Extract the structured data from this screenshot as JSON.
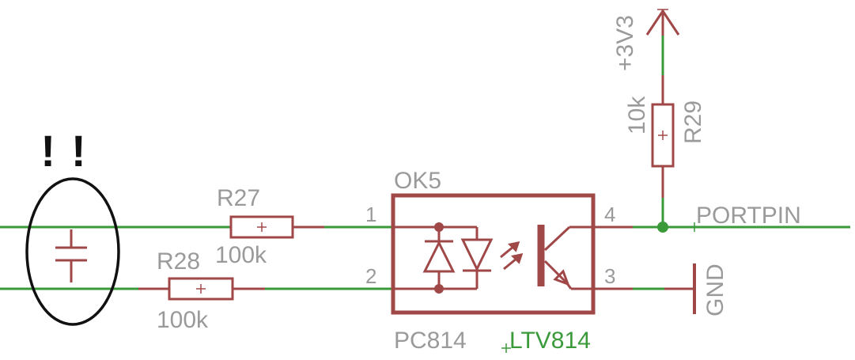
{
  "warning": {
    "text": "!!"
  },
  "power": {
    "label": "+3V3"
  },
  "r29": {
    "name": "R29",
    "value": "10k"
  },
  "r27": {
    "name": "R27",
    "value": "100k"
  },
  "r28": {
    "name": "R28",
    "value": "100k"
  },
  "ok5": {
    "name": "OK5",
    "part": "PC814",
    "alt_part": "LTV814",
    "pins": {
      "p1": "1",
      "p2": "2",
      "p3": "3",
      "p4": "4"
    }
  },
  "net": {
    "portpin": "PORTPIN"
  },
  "gnd": {
    "label": "GND"
  },
  "colors": {
    "wire": "#3a9a3a",
    "component": "#a04848",
    "label": "#9a9a9a",
    "annotation": "#111111"
  }
}
